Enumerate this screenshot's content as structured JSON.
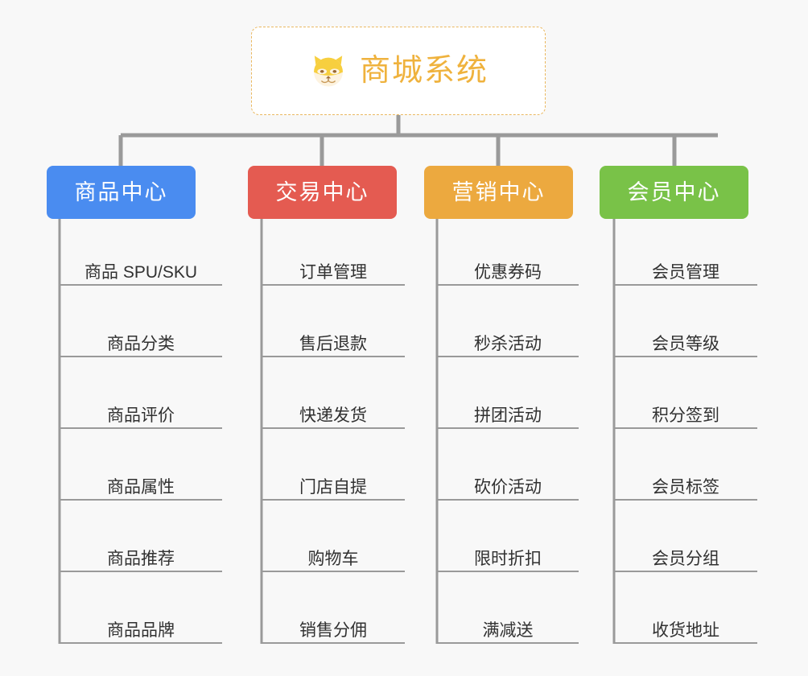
{
  "background_color": "#f8f8f8",
  "root": {
    "title": "商城系统",
    "icon": "shiba-dog-face-emoji",
    "title_color": "#efb23d",
    "border_color": "#eab860",
    "background_color": "#ffffff"
  },
  "connector_color": "#9a9a9a",
  "columns": [
    {
      "id": "product-center",
      "title": "商品中心",
      "color": "#4a8cf0",
      "items": [
        "商品 SPU/SKU",
        "商品分类",
        "商品评价",
        "商品属性",
        "商品推荐",
        "商品品牌"
      ]
    },
    {
      "id": "trade-center",
      "title": "交易中心",
      "color": "#e45b51",
      "items": [
        "订单管理",
        "售后退款",
        "快递发货",
        "门店自提",
        "购物车",
        "销售分佣"
      ]
    },
    {
      "id": "marketing-center",
      "title": "营销中心",
      "color": "#eca93f",
      "items": [
        "优惠券码",
        "秒杀活动",
        "拼团活动",
        "砍价活动",
        "限时折扣",
        "满减送"
      ]
    },
    {
      "id": "member-center",
      "title": "会员中心",
      "color": "#79c248",
      "items": [
        "会员管理",
        "会员等级",
        "积分签到",
        "会员标签",
        "会员分组",
        "收货地址"
      ]
    }
  ]
}
